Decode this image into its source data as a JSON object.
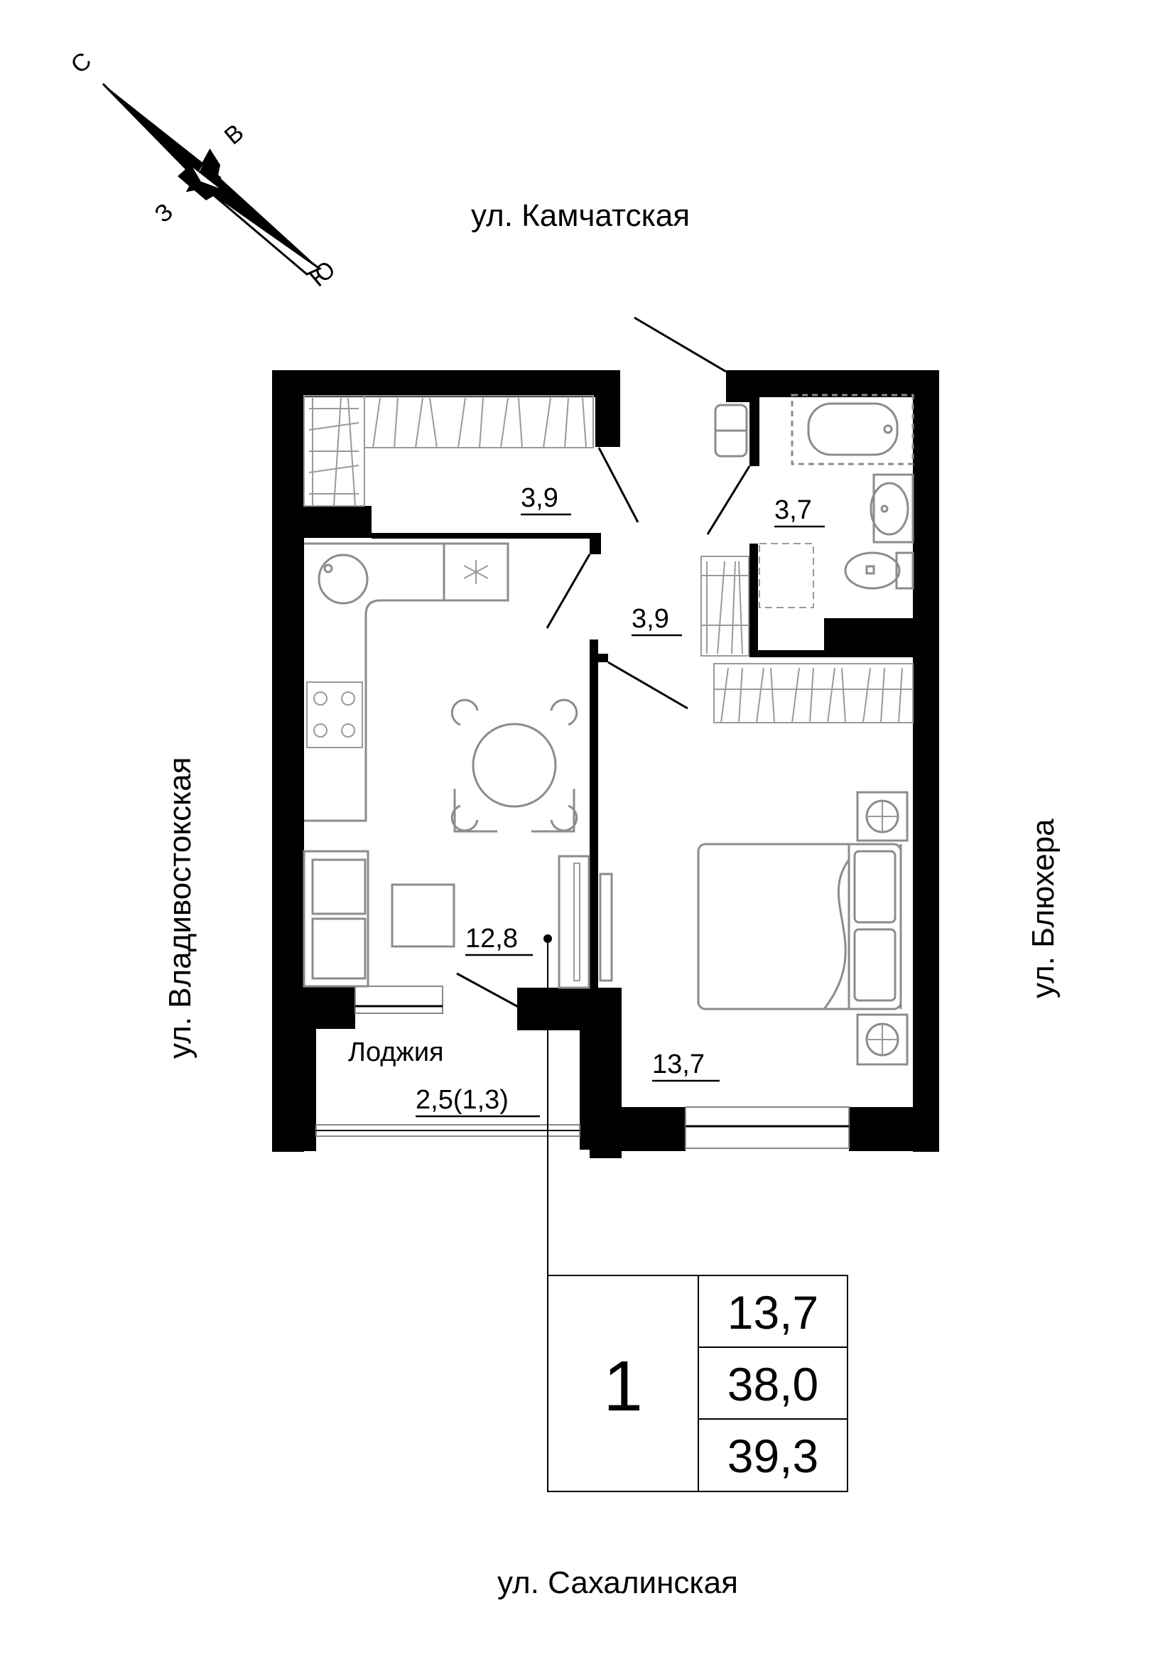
{
  "streets": {
    "north": "ул. Камчатская",
    "west": "ул. Владивостокская",
    "east": "ул. Блюхера",
    "south": "ул. Сахалинская"
  },
  "compass": {
    "n": "С",
    "e": "В",
    "s": "Ю",
    "w": "З"
  },
  "rooms": {
    "storage": {
      "area": "3,9"
    },
    "hall": {
      "area": "3,9"
    },
    "bathroom": {
      "area": "3,7"
    },
    "kitchen_living": {
      "area": "12,8"
    },
    "bedroom": {
      "area": "13,7"
    },
    "loggia": {
      "name": "Лоджия",
      "area": "2,5(1,3)"
    }
  },
  "summary": {
    "rooms_count": "1",
    "living_area": "13,7",
    "total_area": "38,0",
    "total_with_loggia": "39,3"
  }
}
